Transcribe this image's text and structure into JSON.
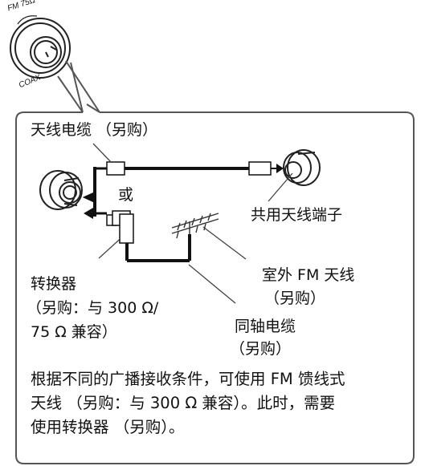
{
  "jack": {
    "top_label": "FM 75Ω",
    "bottom_label": "COAX"
  },
  "labels": {
    "cable": "天线电缆 （另购）",
    "or": "或",
    "common_terminal": "共用天线端子",
    "outdoor_antenna": "室外 FM 天线",
    "outdoor_antenna_note": "（另购）",
    "converter": "转换器",
    "converter_note_1": "（另购：与 300 Ω/",
    "converter_note_2": "75 Ω 兼容）",
    "coax_cable": "同轴电缆",
    "coax_cable_note": "（另购）"
  },
  "description": [
    "根据不同的广播接收条件，可使用 FM 馈线式",
    "天线 （另购：与 300 Ω 兼容）。此时，需要",
    "使用转换器 （另购）。"
  ]
}
